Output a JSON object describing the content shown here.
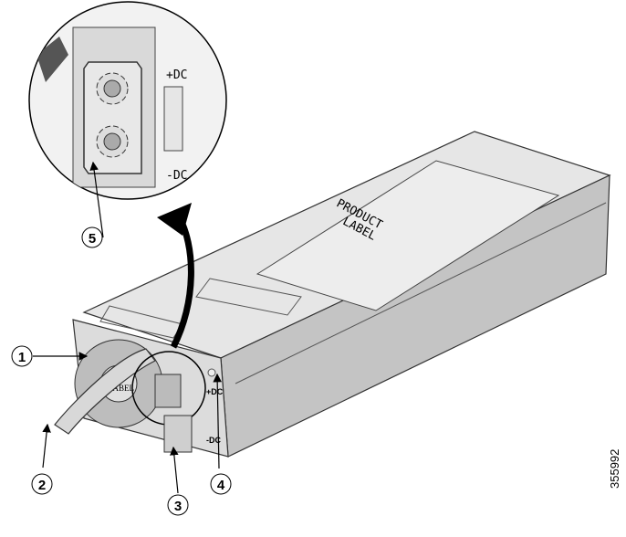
{
  "figure_id": "355992",
  "product_label": [
    "PRODUCT",
    "LABEL"
  ],
  "fan_label": "LABEL",
  "connector_labels": {
    "positive": "+DC",
    "negative": "-DC"
  },
  "callouts": [
    "1",
    "2",
    "3",
    "4",
    "5"
  ]
}
